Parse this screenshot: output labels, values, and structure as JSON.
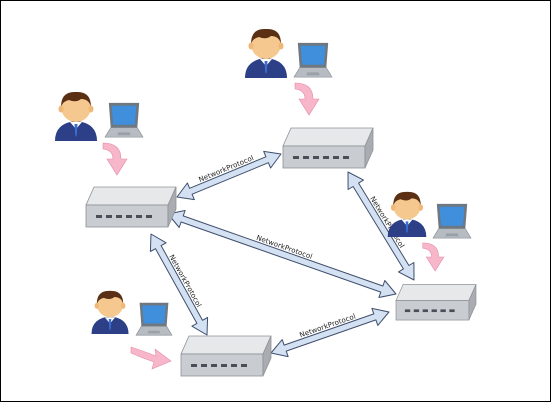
{
  "diagram": {
    "colors": {
      "border": "#000000",
      "router_top": "#e6e8ea",
      "router_front": "#c9ccd0",
      "router_side": "#a9adb2",
      "arrow_fill": "#d3e1f3",
      "arrow_stroke": "#3f4f6b",
      "pink_arrow": "#f7b6c9",
      "face": "#f4c88e",
      "hair": "#5a2f14",
      "suit": "#2d3f86",
      "laptop_screen": "#3f8fdc"
    },
    "routers": [
      {
        "id": "router-top",
        "icon": "router-icon"
      },
      {
        "id": "router-left",
        "icon": "router-icon"
      },
      {
        "id": "router-right",
        "icon": "router-icon"
      },
      {
        "id": "router-bottom",
        "icon": "router-icon"
      }
    ],
    "users": [
      {
        "id": "user-top",
        "icons": [
          "person-icon",
          "laptop-icon"
        ]
      },
      {
        "id": "user-left",
        "icons": [
          "person-icon",
          "laptop-icon"
        ]
      },
      {
        "id": "user-right",
        "icons": [
          "person-icon",
          "laptop-icon"
        ]
      },
      {
        "id": "user-bottom",
        "icons": [
          "person-icon",
          "laptop-icon"
        ]
      }
    ],
    "links": [
      {
        "id": "link-left-top",
        "label": "NetworkProtocol"
      },
      {
        "id": "link-top-right",
        "label": "NetworkProtocol"
      },
      {
        "id": "link-left-right",
        "label": "NetworkProtocol"
      },
      {
        "id": "link-left-bottom",
        "label": "NetworkProtocol"
      },
      {
        "id": "link-bottom-right",
        "label": "NetworkProtocol"
      }
    ]
  }
}
